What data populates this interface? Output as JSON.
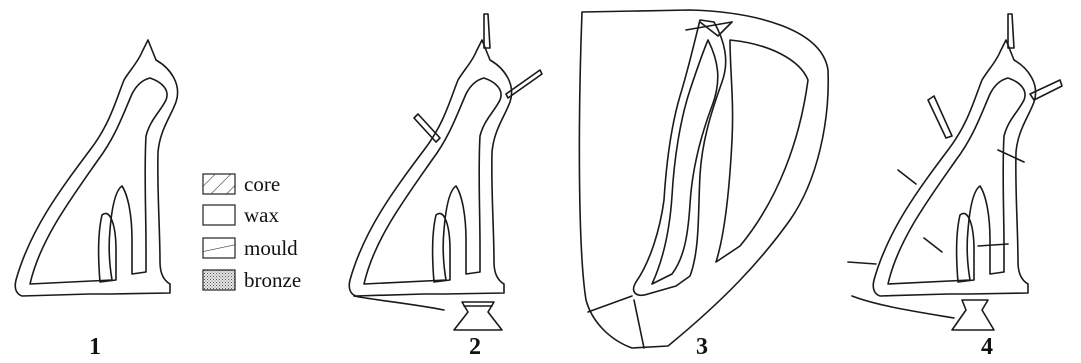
{
  "stages": [
    {
      "number": "1"
    },
    {
      "number": "2"
    },
    {
      "number": "3"
    },
    {
      "number": "4"
    }
  ],
  "legend": [
    {
      "key": "core",
      "label": "core"
    },
    {
      "key": "wax",
      "label": "wax"
    },
    {
      "key": "mould",
      "label": "mould"
    },
    {
      "key": "bronze",
      "label": "bronze"
    }
  ]
}
